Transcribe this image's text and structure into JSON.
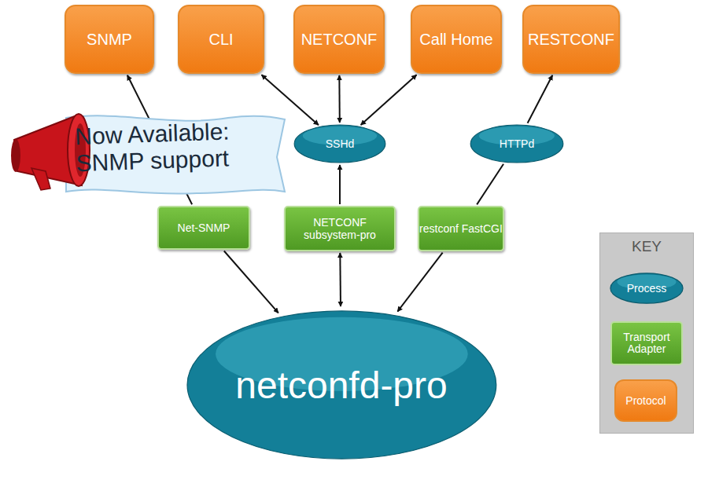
{
  "diagram": {
    "nodes": [
      {
        "text": [
          "SNMP"
        ]
      },
      {
        "text": [
          "CLI"
        ]
      },
      {
        "text": [
          "NETCONF"
        ]
      },
      {
        "text": [
          "Call Home"
        ]
      },
      {
        "text": [
          "RESTCONF"
        ]
      },
      {
        "text": [
          "SSHd"
        ]
      },
      {
        "text": [
          "HTTPd"
        ]
      },
      {
        "text": [
          "Net-SNMP"
        ]
      },
      {
        "text": [
          "NETCONF subsystem-pro"
        ]
      },
      {
        "text": [
          "restconf FastCGI"
        ]
      },
      {
        "text": [
          "netconfd-pro"
        ]
      },
      {
        "text": [
          "KEY"
        ]
      },
      {
        "text": [
          "Process"
        ],
        "in": 11
      },
      {
        "text": [
          "Transport Adapter"
        ],
        "in": 11
      },
      {
        "text": [
          "Protocol"
        ],
        "in": 11
      }
    ],
    "edges": [
      {
        "from": 7,
        "to": 0,
        "arrow": "to"
      },
      {
        "from": 5,
        "to": 1,
        "arrow": "both"
      },
      {
        "from": 5,
        "to": 2,
        "arrow": "both"
      },
      {
        "from": 5,
        "to": 3,
        "arrow": "both"
      },
      {
        "from": 6,
        "to": 4,
        "arrow": "to"
      },
      {
        "from": 8,
        "to": 5,
        "arrow": "to"
      },
      {
        "from": 9,
        "to": 6,
        "arrow": "none"
      },
      {
        "from": 7,
        "to": 10,
        "arrow": "to"
      },
      {
        "from": 8,
        "to": 10,
        "arrow": "both"
      },
      {
        "from": 9,
        "to": 10,
        "arrow": "to"
      }
    ],
    "labels": [
      "Now Available: SNMP support"
    ]
  }
}
